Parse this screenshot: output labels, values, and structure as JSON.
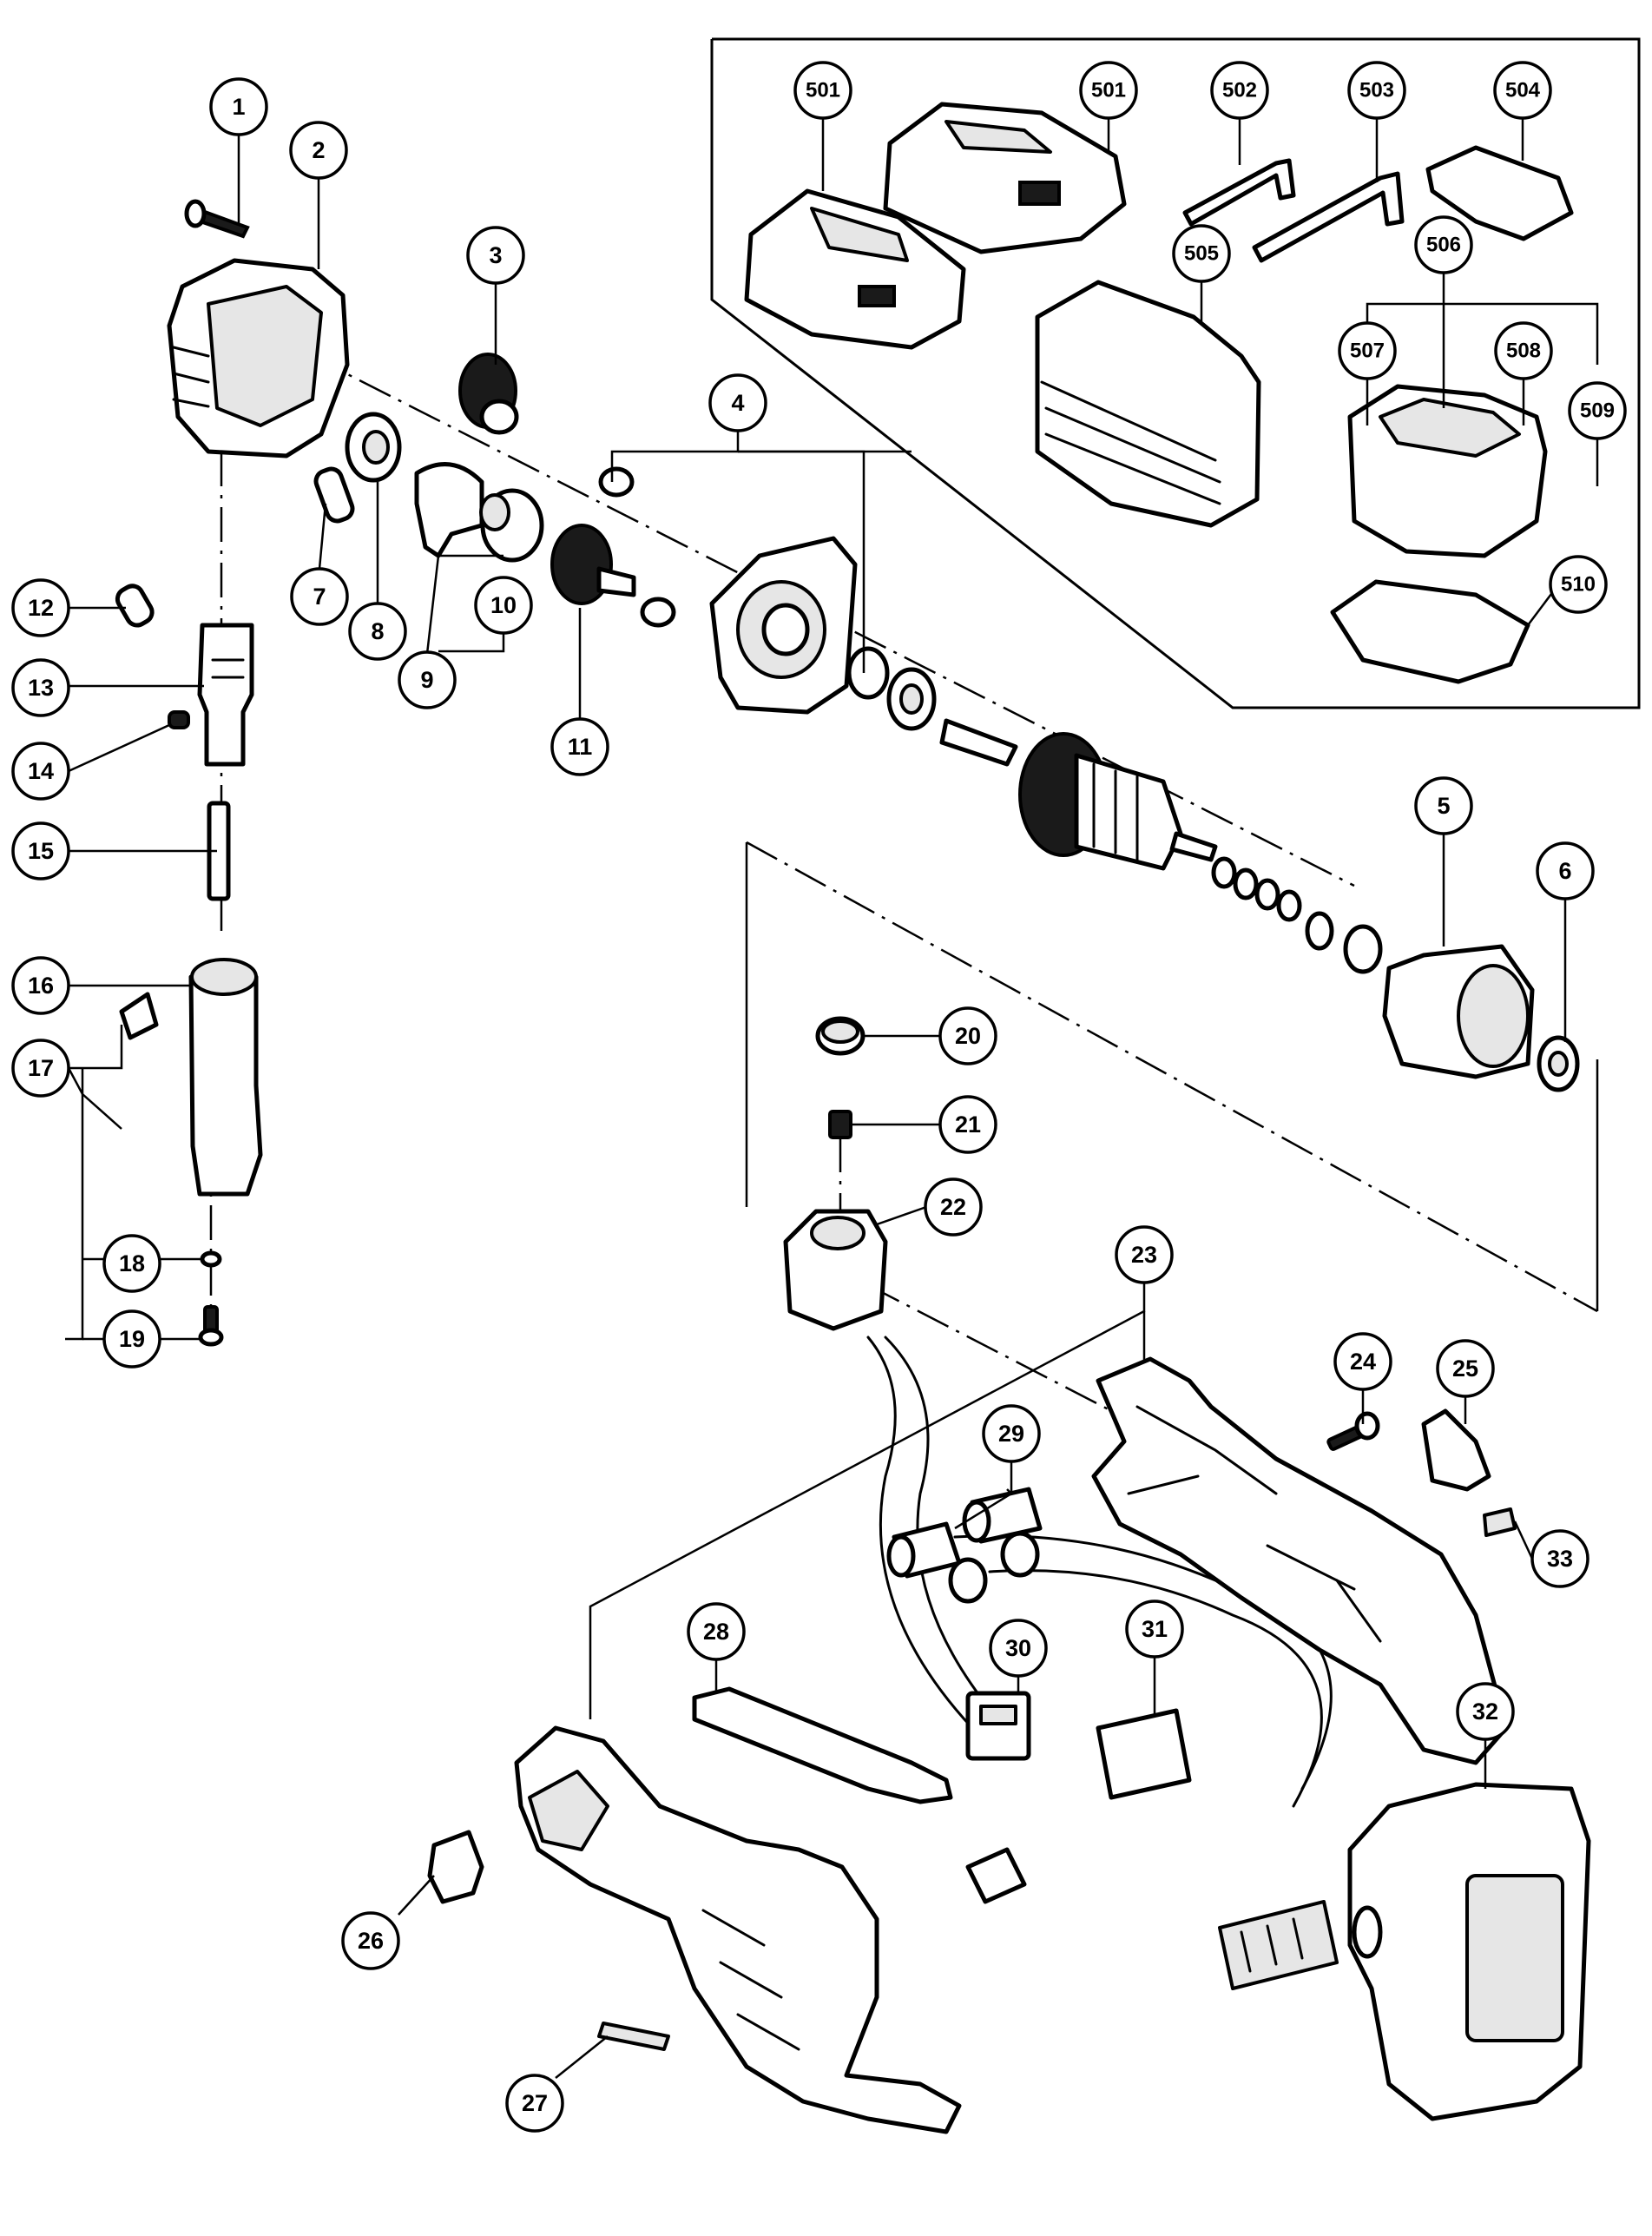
{
  "callouts": [
    {
      "label": "1"
    },
    {
      "label": "2"
    },
    {
      "label": "3"
    },
    {
      "label": "4"
    },
    {
      "label": "5"
    },
    {
      "label": "6"
    },
    {
      "label": "7"
    },
    {
      "label": "8"
    },
    {
      "label": "9"
    },
    {
      "label": "10"
    },
    {
      "label": "11"
    },
    {
      "label": "12"
    },
    {
      "label": "13"
    },
    {
      "label": "14"
    },
    {
      "label": "15"
    },
    {
      "label": "16"
    },
    {
      "label": "17"
    },
    {
      "label": "18"
    },
    {
      "label": "19"
    },
    {
      "label": "20"
    },
    {
      "label": "21"
    },
    {
      "label": "22"
    },
    {
      "label": "23"
    },
    {
      "label": "24"
    },
    {
      "label": "25"
    },
    {
      "label": "26"
    },
    {
      "label": "27"
    },
    {
      "label": "28"
    },
    {
      "label": "29"
    },
    {
      "label": "30"
    },
    {
      "label": "31"
    },
    {
      "label": "32"
    },
    {
      "label": "33"
    },
    {
      "label": "501"
    },
    {
      "label": "501"
    },
    {
      "label": "502"
    },
    {
      "label": "503"
    },
    {
      "label": "504"
    },
    {
      "label": "505"
    },
    {
      "label": "506"
    },
    {
      "label": "507"
    },
    {
      "label": "508"
    },
    {
      "label": "509"
    },
    {
      "label": "510"
    }
  ]
}
